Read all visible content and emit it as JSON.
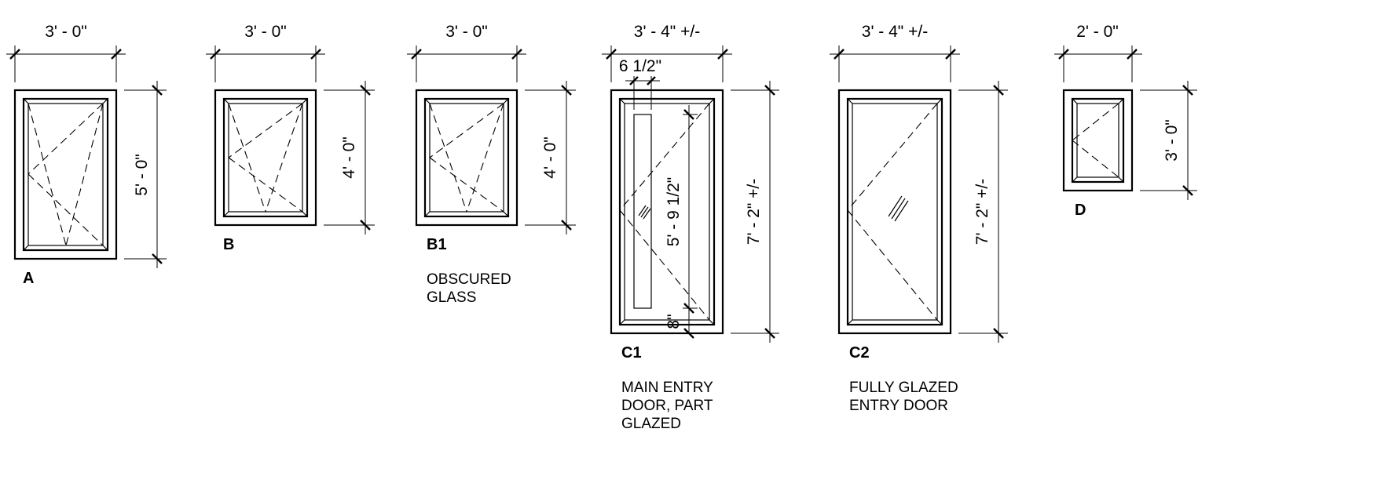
{
  "windows": [
    {
      "tag": "A",
      "width_dim": "3' - 0\"",
      "height_dim": "5' - 0\"",
      "note": []
    },
    {
      "tag": "B",
      "width_dim": "3' - 0\"",
      "height_dim": "4' - 0\"",
      "note": []
    },
    {
      "tag": "B1",
      "width_dim": "3' - 0\"",
      "height_dim": "4' - 0\"",
      "note": [
        "OBSCURED",
        "GLASS"
      ]
    },
    {
      "tag": "C1",
      "width_dim": "3' - 4\" +/-",
      "height_dim": "7' - 2\" +/-",
      "note": [
        "MAIN ENTRY",
        "DOOR, PART",
        "GLAZED"
      ],
      "extra_dims": {
        "panel_width": "6 1/2\"",
        "panel_height": "5' - 9 1/2\"",
        "bottom": "8\""
      }
    },
    {
      "tag": "C2",
      "width_dim": "3' - 4\" +/-",
      "height_dim": "7' - 2\" +/-",
      "note": [
        "FULLY GLAZED",
        "ENTRY DOOR"
      ]
    },
    {
      "tag": "D",
      "width_dim": "2' - 0\"",
      "height_dim": "3' - 0\"",
      "note": []
    }
  ]
}
